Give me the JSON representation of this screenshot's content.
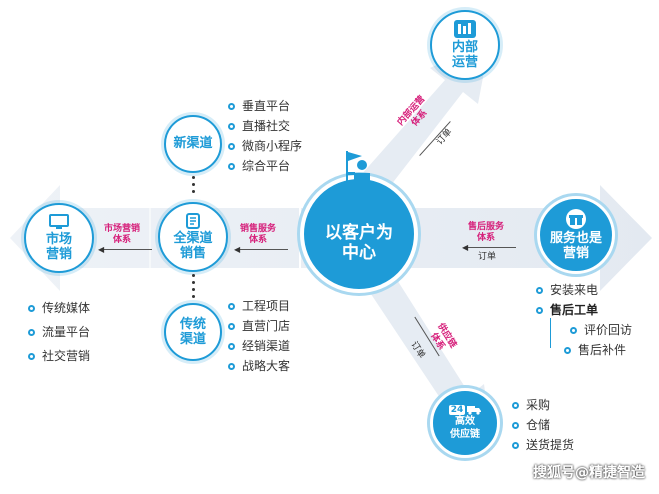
{
  "center": {
    "label_line1": "以客户为",
    "label_line2": "中心"
  },
  "nodes": {
    "internal_ops": {
      "line1": "内部",
      "line2": "运营"
    },
    "new_channel": {
      "line1": "新渠道"
    },
    "omni_channel": {
      "line1": "全渠道",
      "line2": "销售"
    },
    "traditional_channel": {
      "line1": "传统",
      "line2": "渠道"
    },
    "market_marketing": {
      "line1": "市场",
      "line2": "营销"
    },
    "service_marketing": {
      "line1": "服务也是",
      "line2": "营销"
    },
    "supply_chain": {
      "badge": "24",
      "line1": "高效",
      "line2": "供应链"
    }
  },
  "connectors": {
    "internal_ops_system": {
      "line1": "内部运营",
      "line2": "体系",
      "order": "订单"
    },
    "sales_service_system": {
      "line1": "销售服务",
      "line2": "体系"
    },
    "market_marketing_system": {
      "line1": "市场营销",
      "line2": "体系"
    },
    "after_sales_system": {
      "line1": "售后服务",
      "line2": "体系",
      "order": "订单"
    },
    "supply_system": {
      "line1": "供应链",
      "line2": "体系",
      "order": "订单"
    }
  },
  "lists": {
    "new_channel": [
      "垂直平台",
      "直播社交",
      "微商小程序",
      "综合平台"
    ],
    "traditional_channel": [
      "工程项目",
      "直营门店",
      "经销渠道",
      "战略大客"
    ],
    "market_marketing": [
      "传统媒体",
      "流量平台",
      "社交营销"
    ],
    "service_marketing": {
      "item1": "安装来电",
      "item2": "售后工单",
      "sub1": "评价回访",
      "sub2": "售后补件"
    },
    "supply_chain": [
      "采购",
      "仓储",
      "送货提货"
    ]
  },
  "watermark": "搜狐号@精捷智造",
  "colors": {
    "primary_blue": "#1e9bd7",
    "magenta": "#d61f7a",
    "band": "#eaeff5"
  }
}
